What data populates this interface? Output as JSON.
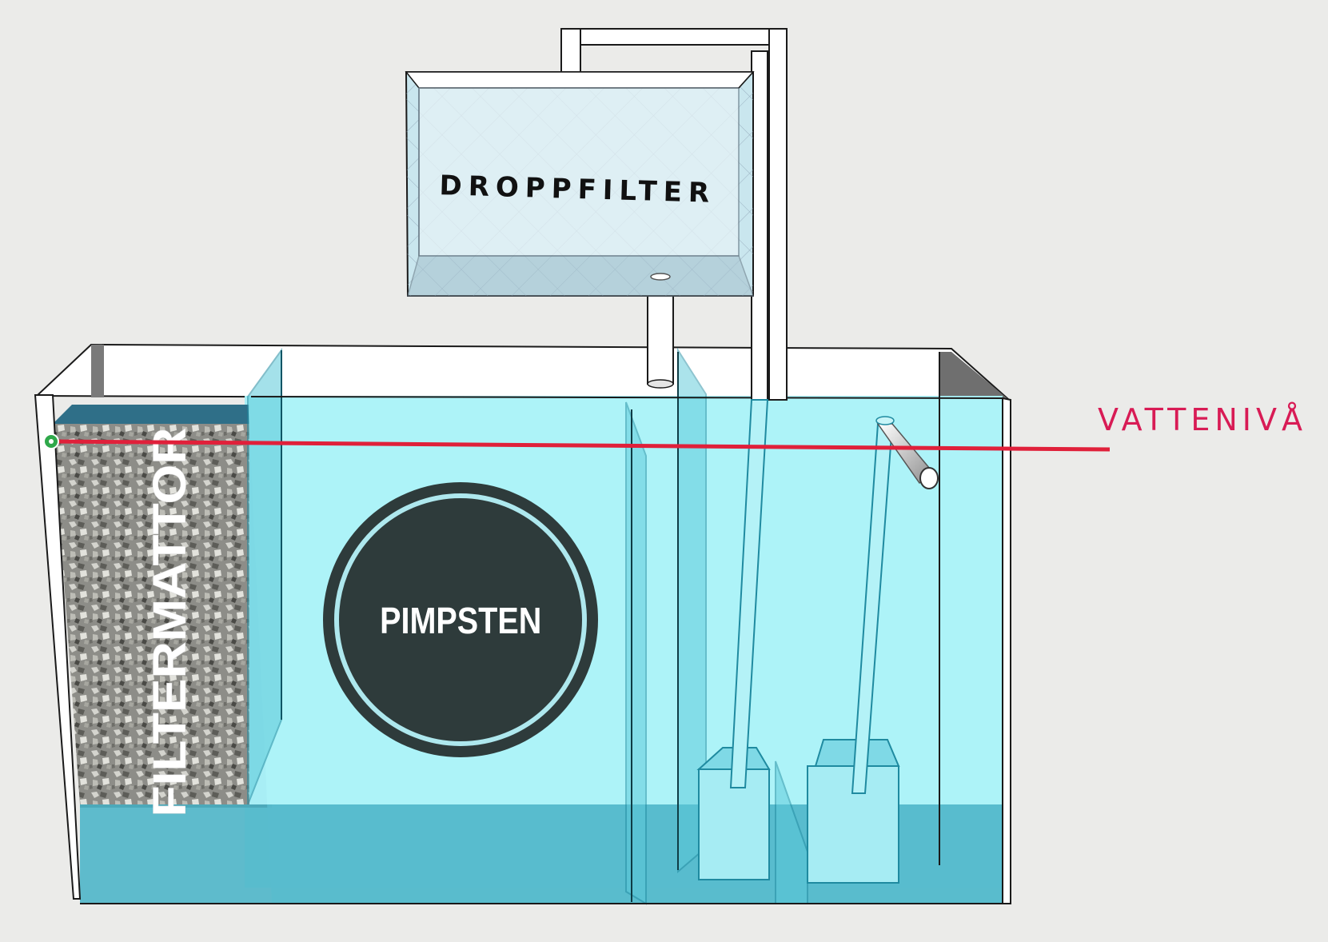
{
  "labels": {
    "drip_filter": "DROPPFILTER",
    "water_level": "VATTENIVÅ",
    "filter_mats": "FILTERMATTOR",
    "pumice": "PIMPSTEN"
  },
  "colors": {
    "background": "#ebebe9",
    "water": "#a8eef5",
    "water_deep": "#4fb6c9",
    "glass_edge": "#1f8aa0",
    "water_level_line": "#e0203a",
    "water_level_text": "#d81b55",
    "pumice_disc": "#2e3b3b",
    "pumice_ring": "#aee8ee",
    "drip_box": "#c9e6ee",
    "pipe": "#ffffff",
    "tank_wall": "#ffffff"
  },
  "icons": {
    "anchor": "green-anchor-dot-icon",
    "gravel": "gravel-texture-icon"
  }
}
